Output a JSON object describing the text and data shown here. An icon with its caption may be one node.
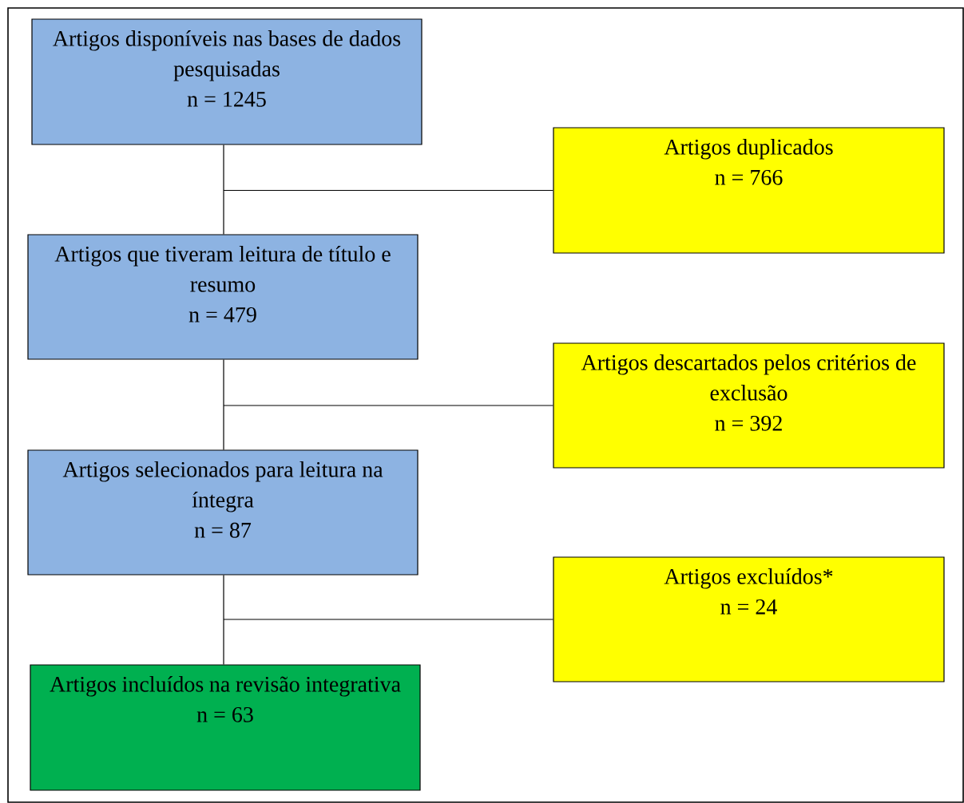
{
  "diagram": {
    "nodes": [
      {
        "text": [
          "Artigos disponíveis nas bases de dados pesquisadas",
          "n = 1245"
        ]
      },
      {
        "text": [
          "Artigos duplicados",
          "n = 766"
        ]
      },
      {
        "text": [
          "Artigos que tiveram leitura de título e resumo",
          "n = 479"
        ]
      },
      {
        "text": [
          "Artigos descartados pelos critérios de exclusão",
          "n = 392"
        ]
      },
      {
        "text": [
          "Artigos selecionados para leitura na íntegra",
          "n = 87"
        ]
      },
      {
        "text": [
          "Artigos excluídos*",
          "n = 24"
        ]
      },
      {
        "text": [
          "Artigos incluídos na revisão integrativa",
          "n = 63"
        ]
      }
    ],
    "edges": [
      {
        "from": 0,
        "to": 2,
        "arrow": "none"
      },
      {
        "from": 0,
        "to": 1,
        "arrow": "none"
      },
      {
        "from": 2,
        "to": 4,
        "arrow": "none"
      },
      {
        "from": 2,
        "to": 3,
        "arrow": "none"
      },
      {
        "from": 4,
        "to": 6,
        "arrow": "none"
      },
      {
        "from": 4,
        "to": 5,
        "arrow": "none"
      }
    ]
  }
}
